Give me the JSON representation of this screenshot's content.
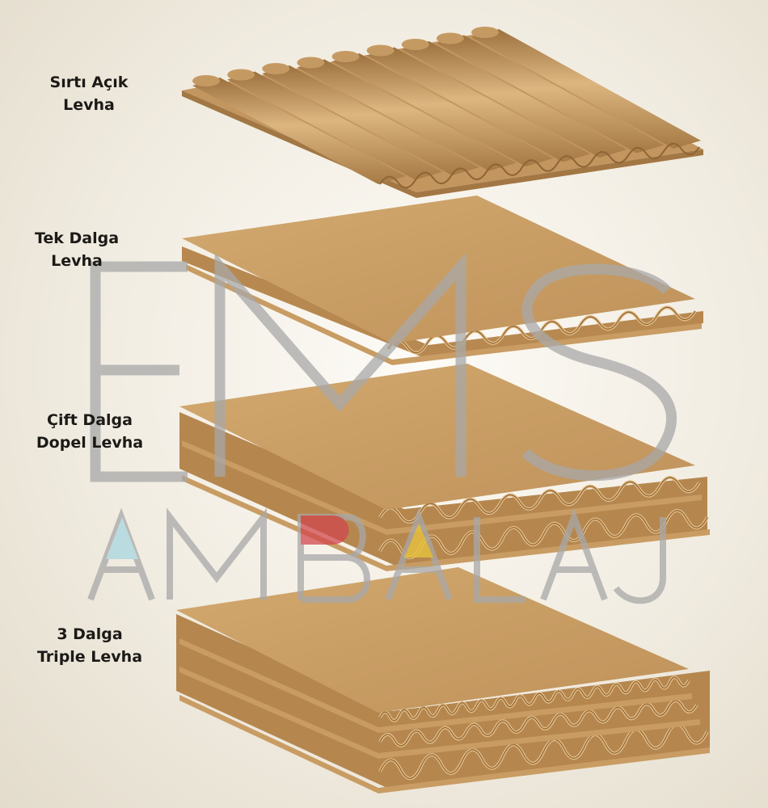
{
  "labels": {
    "open_back": {
      "line1": "Sırtı Açık",
      "line2": "Levha"
    },
    "single_wall": {
      "line1": "Tek Dalga",
      "line2": "Levha"
    },
    "double_wall": {
      "line1": "Çift Dalga",
      "line2": "Dopel Levha"
    },
    "triple_wall": {
      "line1": "3 Dalga",
      "line2": "Triple Levha"
    }
  },
  "watermark": {
    "top": "EMS",
    "bottom": "AMBALAJ"
  },
  "colors": {
    "board_face": "#c99d63",
    "board_edge": "#a97e49",
    "flute_light": "#d7ae78",
    "flute_dark": "#9a6f3d",
    "watermark_grey": "#a8a8a8",
    "accent_blue": "#a9d6df",
    "accent_red": "#d2484d",
    "accent_yellow": "#e9c63b"
  }
}
